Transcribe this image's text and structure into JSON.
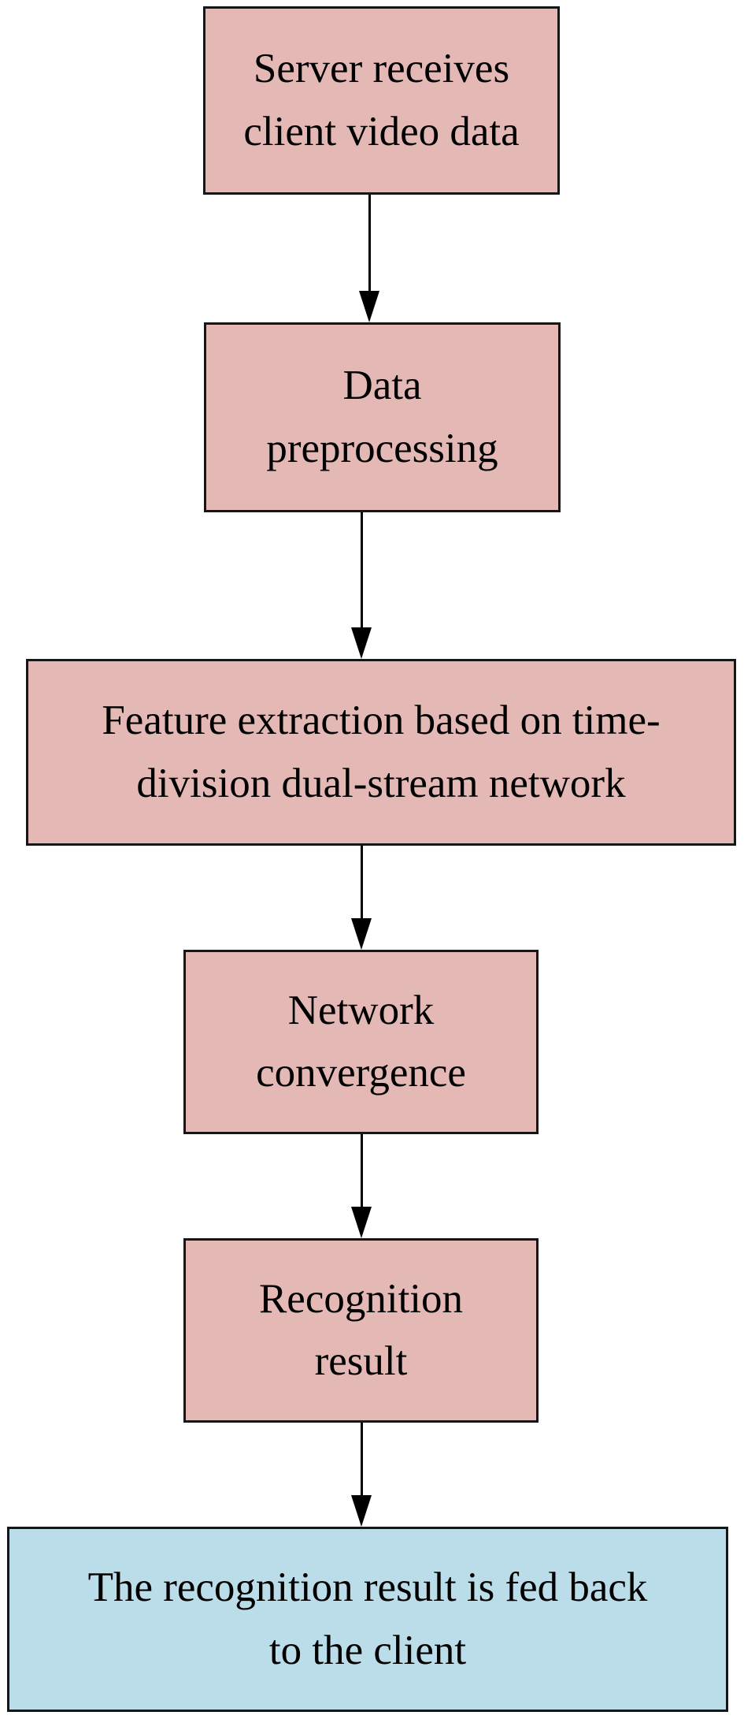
{
  "flowchart": {
    "type": "vertical-flowchart",
    "colors": {
      "process_fill": "#e3b8b5",
      "terminal_fill": "#bbdce9",
      "border": "#161616",
      "arrow": "#000000",
      "text": "#000000",
      "background": "#ffffff"
    },
    "nodes": [
      {
        "id": "receive",
        "type": "process",
        "label": "Server receives\nclient video data"
      },
      {
        "id": "preprocess",
        "type": "process",
        "label": "Data\npreprocessing"
      },
      {
        "id": "extraction",
        "type": "process",
        "label": "Feature extraction based on time-\ndivision dual-stream network"
      },
      {
        "id": "converge",
        "type": "process",
        "label": "Network\nconvergence"
      },
      {
        "id": "result",
        "type": "process",
        "label": "Recognition\nresult"
      },
      {
        "id": "feedback",
        "type": "terminal",
        "label": "The recognition result is fed back\nto the client"
      }
    ],
    "edges": [
      {
        "from": "receive",
        "to": "preprocess"
      },
      {
        "from": "preprocess",
        "to": "extraction"
      },
      {
        "from": "extraction",
        "to": "converge"
      },
      {
        "from": "converge",
        "to": "result"
      },
      {
        "from": "result",
        "to": "feedback"
      }
    ]
  }
}
